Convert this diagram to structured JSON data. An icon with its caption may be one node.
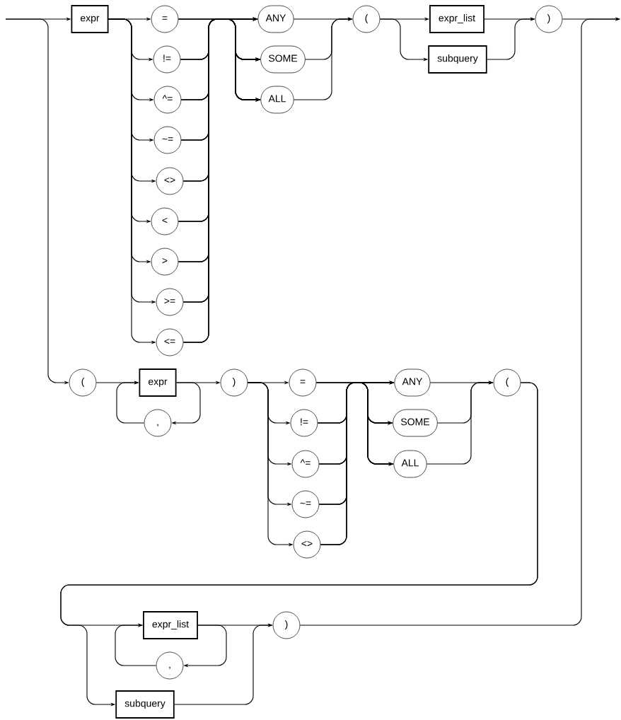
{
  "diagram": {
    "nodes": [
      {
        "text": [
          "expr"
        ]
      },
      {
        "text": [
          "="
        ]
      },
      {
        "text": [
          "!="
        ]
      },
      {
        "text": [
          "^="
        ]
      },
      {
        "text": [
          "~="
        ]
      },
      {
        "text": [
          "<>"
        ]
      },
      {
        "text": [
          "<"
        ]
      },
      {
        "text": [
          ">"
        ]
      },
      {
        "text": [
          ">="
        ]
      },
      {
        "text": [
          "<="
        ]
      },
      {
        "text": [
          "ANY"
        ]
      },
      {
        "text": [
          "SOME"
        ]
      },
      {
        "text": [
          "ALL"
        ]
      },
      {
        "text": [
          "("
        ]
      },
      {
        "text": [
          "expr_list"
        ]
      },
      {
        "text": [
          "subquery"
        ]
      },
      {
        "text": [
          ")"
        ]
      },
      {
        "text": [
          "("
        ]
      },
      {
        "text": [
          "expr"
        ]
      },
      {
        "text": [
          ","
        ]
      },
      {
        "text": [
          ")"
        ]
      },
      {
        "text": [
          "="
        ]
      },
      {
        "text": [
          "!="
        ]
      },
      {
        "text": [
          "^="
        ]
      },
      {
        "text": [
          "~="
        ]
      },
      {
        "text": [
          "<>"
        ]
      },
      {
        "text": [
          "ANY"
        ]
      },
      {
        "text": [
          "SOME"
        ]
      },
      {
        "text": [
          "ALL"
        ]
      },
      {
        "text": [
          "("
        ]
      },
      {
        "text": [
          "expr_list"
        ]
      },
      {
        "text": [
          ","
        ]
      },
      {
        "text": [
          ")"
        ]
      },
      {
        "text": [
          "subquery"
        ]
      }
    ],
    "edges": [
      {
        "from": null,
        "to": 0,
        "arrow": "to"
      },
      {
        "from": null,
        "to": 17,
        "arrow": "to"
      },
      {
        "from": 0,
        "to": 1,
        "arrow": "to"
      },
      {
        "from": 0,
        "to": 2,
        "arrow": "to"
      },
      {
        "from": 0,
        "to": 3,
        "arrow": "to"
      },
      {
        "from": 0,
        "to": 4,
        "arrow": "to"
      },
      {
        "from": 0,
        "to": 5,
        "arrow": "to"
      },
      {
        "from": 0,
        "to": 6,
        "arrow": "to"
      },
      {
        "from": 0,
        "to": 7,
        "arrow": "to"
      },
      {
        "from": 0,
        "to": 8,
        "arrow": "to"
      },
      {
        "from": 0,
        "to": 9,
        "arrow": "to"
      },
      {
        "from": 1,
        "to": 10,
        "arrow": "to"
      },
      {
        "from": 1,
        "to": 11,
        "arrow": "to"
      },
      {
        "from": 1,
        "to": 12,
        "arrow": "to"
      },
      {
        "from": 2,
        "to": 10,
        "arrow": "to"
      },
      {
        "from": 2,
        "to": 11,
        "arrow": "to"
      },
      {
        "from": 2,
        "to": 12,
        "arrow": "to"
      },
      {
        "from": 3,
        "to": 10,
        "arrow": "to"
      },
      {
        "from": 3,
        "to": 11,
        "arrow": "to"
      },
      {
        "from": 3,
        "to": 12,
        "arrow": "to"
      },
      {
        "from": 4,
        "to": 10,
        "arrow": "to"
      },
      {
        "from": 4,
        "to": 11,
        "arrow": "to"
      },
      {
        "from": 4,
        "to": 12,
        "arrow": "to"
      },
      {
        "from": 5,
        "to": 10,
        "arrow": "to"
      },
      {
        "from": 5,
        "to": 11,
        "arrow": "to"
      },
      {
        "from": 5,
        "to": 12,
        "arrow": "to"
      },
      {
        "from": 6,
        "to": 10,
        "arrow": "to"
      },
      {
        "from": 6,
        "to": 11,
        "arrow": "to"
      },
      {
        "from": 6,
        "to": 12,
        "arrow": "to"
      },
      {
        "from": 7,
        "to": 10,
        "arrow": "to"
      },
      {
        "from": 7,
        "to": 11,
        "arrow": "to"
      },
      {
        "from": 7,
        "to": 12,
        "arrow": "to"
      },
      {
        "from": 8,
        "to": 10,
        "arrow": "to"
      },
      {
        "from": 8,
        "to": 11,
        "arrow": "to"
      },
      {
        "from": 8,
        "to": 12,
        "arrow": "to"
      },
      {
        "from": 9,
        "to": 10,
        "arrow": "to"
      },
      {
        "from": 9,
        "to": 11,
        "arrow": "to"
      },
      {
        "from": 9,
        "to": 12,
        "arrow": "to"
      },
      {
        "from": 10,
        "to": 13,
        "arrow": "to"
      },
      {
        "from": 11,
        "to": 13,
        "arrow": "to"
      },
      {
        "from": 12,
        "to": 13,
        "arrow": "to"
      },
      {
        "from": 13,
        "to": 14,
        "arrow": "to"
      },
      {
        "from": 13,
        "to": 15,
        "arrow": "to"
      },
      {
        "from": 14,
        "to": 16,
        "arrow": "to"
      },
      {
        "from": 15,
        "to": 16,
        "arrow": "to"
      },
      {
        "from": 16,
        "to": null,
        "arrow": "to"
      },
      {
        "from": 17,
        "to": 18,
        "arrow": "to"
      },
      {
        "from": 18,
        "to": 19,
        "arrow": "to"
      },
      {
        "from": 19,
        "to": 18,
        "arrow": "to"
      },
      {
        "from": 18,
        "to": 20,
        "arrow": "to"
      },
      {
        "from": 20,
        "to": 21,
        "arrow": "to"
      },
      {
        "from": 20,
        "to": 22,
        "arrow": "to"
      },
      {
        "from": 20,
        "to": 23,
        "arrow": "to"
      },
      {
        "from": 20,
        "to": 24,
        "arrow": "to"
      },
      {
        "from": 20,
        "to": 25,
        "arrow": "to"
      },
      {
        "from": 21,
        "to": 26,
        "arrow": "to"
      },
      {
        "from": 21,
        "to": 27,
        "arrow": "to"
      },
      {
        "from": 21,
        "to": 28,
        "arrow": "to"
      },
      {
        "from": 22,
        "to": 26,
        "arrow": "to"
      },
      {
        "from": 22,
        "to": 27,
        "arrow": "to"
      },
      {
        "from": 22,
        "to": 28,
        "arrow": "to"
      },
      {
        "from": 23,
        "to": 26,
        "arrow": "to"
      },
      {
        "from": 23,
        "to": 27,
        "arrow": "to"
      },
      {
        "from": 23,
        "to": 28,
        "arrow": "to"
      },
      {
        "from": 24,
        "to": 26,
        "arrow": "to"
      },
      {
        "from": 24,
        "to": 27,
        "arrow": "to"
      },
      {
        "from": 24,
        "to": 28,
        "arrow": "to"
      },
      {
        "from": 25,
        "to": 26,
        "arrow": "to"
      },
      {
        "from": 25,
        "to": 27,
        "arrow": "to"
      },
      {
        "from": 25,
        "to": 28,
        "arrow": "to"
      },
      {
        "from": 26,
        "to": 29,
        "arrow": "to"
      },
      {
        "from": 27,
        "to": 29,
        "arrow": "to"
      },
      {
        "from": 28,
        "to": 29,
        "arrow": "to"
      },
      {
        "from": 29,
        "to": 30,
        "arrow": "to"
      },
      {
        "from": 29,
        "to": 33,
        "arrow": "to"
      },
      {
        "from": 30,
        "to": 31,
        "arrow": "to"
      },
      {
        "from": 31,
        "to": 30,
        "arrow": "to"
      },
      {
        "from": 30,
        "to": 32,
        "arrow": "to"
      },
      {
        "from": 33,
        "to": 32,
        "arrow": "to"
      },
      {
        "from": 32,
        "to": null,
        "arrow": "to"
      }
    ]
  }
}
